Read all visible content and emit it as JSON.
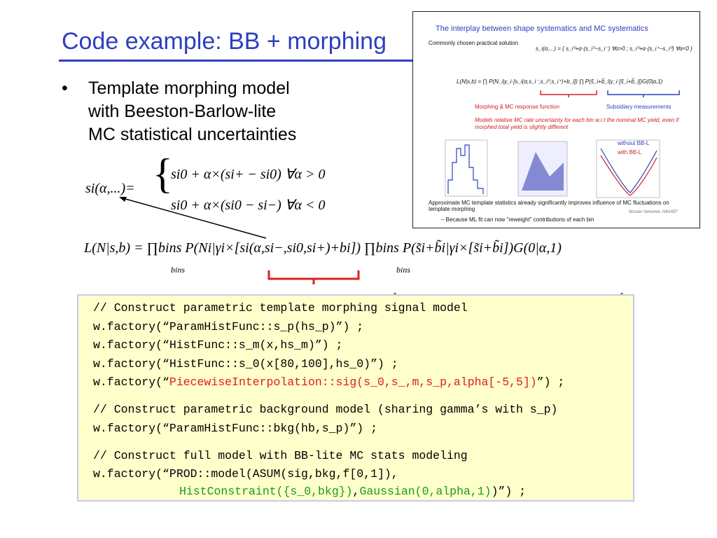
{
  "slide": {
    "title": "Code example: BB + morphing",
    "bullet": [
      "Template morphing model",
      "with Beeston-Barlow-lite",
      "MC statistical uncertainties"
    ]
  },
  "formula": {
    "lhs": "si(α,...)=",
    "case1": "si0 + α×(si+ − si0)   ∀α > 0",
    "case2": "si0 + α×(si0 − si−)   ∀α < 0",
    "likelihood": "L(N|s,b) = ∏bins P(Ni|γi×[si(α,si−,si0,si+)+bi]) ∏bins P(s̃i+b̃i|γi×[s̃i+b̃i])G(0|α,1)",
    "bins_label": "bins"
  },
  "thumbnail": {
    "title": "The interplay between shape systematics and MC systematics",
    "bullet1": "Commonly chosen practical solution",
    "label_morph": "Morphing & MC response function",
    "label_subsidiary": "Subsidiary measurements",
    "note": "Models relative MC rate uncertainty for each bin w.r.t the nominal MC yield, even if morphed total yield is slightly different",
    "legend_without": "without BB-L",
    "legend_with": "with BB-L",
    "bullet2": "Approximate MC template statistics already significantly improves influence of MC fluctuations on template morphing",
    "sub": "– Because ML fit can now \"reweight\" contributions of each bin",
    "credit": "Wouter Verkerke, NIKHEF"
  },
  "code": {
    "l1": "// Construct parametric template morphing signal model",
    "l2": "w.factory(“ParamHistFunc::s_p(hs_p)”) ;",
    "l3": "w.factory(“HistFunc::s_m(x,hs_m)”) ;",
    "l4": "w.factory(“HistFunc::s_0(x[80,100],hs_0)”) ;",
    "l5a": "w.factory(“",
    "l5b": "PiecewiseInterpolation::sig(s_0,s_,m,s_p,alpha[-5,5])",
    "l5c": "”) ;",
    "l6": "// Construct parametric background model (sharing gamma’s with s_p)",
    "l7": "w.factory(“ParamHistFunc::bkg(hb,s_p)”) ;",
    "l8": "// Construct full model with BB-lite MC stats modeling",
    "l9": "w.factory(“PROD::model(ASUM(sig,bkg,f[0,1]),",
    "l10a": "HistConstraint({s_0,bkg})",
    "l10b": ",",
    "l10c": "Gaussian(0,alpha,1)",
    "l10d": ")”) ;"
  },
  "colors": {
    "title": "#2d3fbf",
    "code_bg": "#ffffcc",
    "red": "#e21b1b",
    "green": "#1a9a1a"
  }
}
